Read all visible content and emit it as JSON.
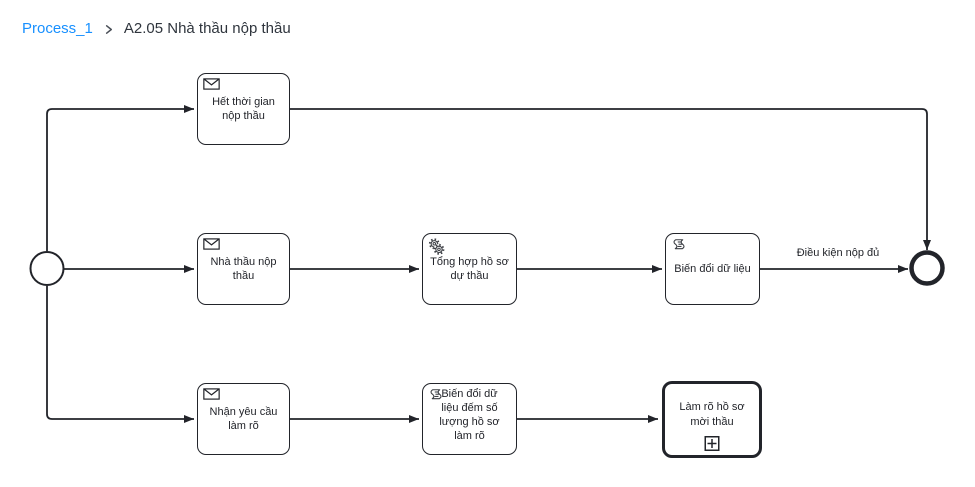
{
  "breadcrumb": {
    "root": "Process_1",
    "current": "A2.05 Nhà thầu nộp thầu"
  },
  "diagram": {
    "nodes": {
      "start_event": {
        "type": "start-event"
      },
      "het_thoi_gian": {
        "type": "receive-task",
        "icon": "message-icon",
        "label": "Hết thời gian\nnộp thầu"
      },
      "nha_thau_nop_thau": {
        "type": "receive-task",
        "icon": "message-icon",
        "label": "Nhà thầu nộp\nthầu"
      },
      "tong_hop_ho_so": {
        "type": "service-task",
        "icon": "service-gears-icon",
        "label": "Tổng hợp hồ sơ\ndự thầu"
      },
      "bien_doi_du_lieu": {
        "type": "script-task",
        "icon": "script-icon",
        "label": "Biến đổi dữ liệu"
      },
      "nhan_yeu_cau": {
        "type": "receive-task",
        "icon": "message-icon",
        "label": "Nhận yêu cầu\nlàm rõ"
      },
      "bien_doi_dem": {
        "type": "script-task",
        "icon": "script-icon",
        "label": "Biến đổi dữ\nliệu đếm số\nlượng hồ sơ\nlàm rõ"
      },
      "lam_ro_ho_so": {
        "type": "collapsed-subprocess",
        "icon": "plus-marker",
        "label": "Làm rõ hồ sơ\nmời thầu"
      },
      "end_event": {
        "type": "end-event"
      }
    },
    "flows": {
      "condition_label": "Điều kiện nộp đủ"
    }
  },
  "colors": {
    "stroke": "#22242a",
    "label_text": "#22242a",
    "breadcrumb_link": "#1890ff",
    "breadcrumb_text": "#2f353d",
    "background": "#ffffff"
  }
}
